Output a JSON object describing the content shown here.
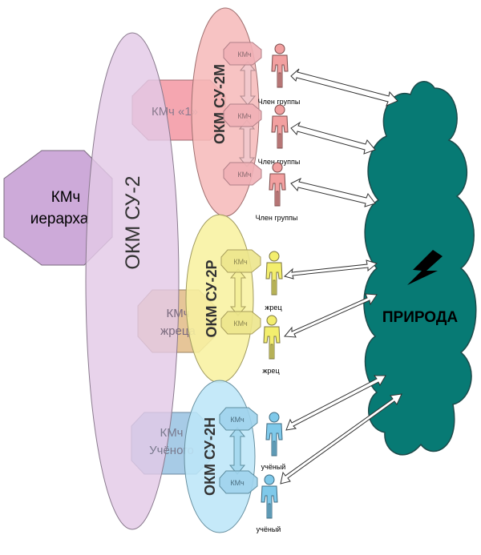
{
  "hierarchy_octagon": {
    "line1": "КМч",
    "line2": "иерарха"
  },
  "big_ellipse_label": "ОКМ СУ-2",
  "km_group_octagon": {
    "label": "КМч «1»"
  },
  "km_priest_octagon": {
    "line1": "КМч",
    "line2": "жреца"
  },
  "km_scientist_octagon": {
    "line1": "КМч",
    "line2": "Учёного"
  },
  "sub_ellipses": {
    "m": {
      "label": "ОКМ СУ-2М"
    },
    "r": {
      "label": "ОКМ СУ-2Р"
    },
    "n": {
      "label": "ОКМ СУ-2Н"
    }
  },
  "small_km_label": "КМч",
  "people": {
    "group": [
      "Член группы",
      "Член группы",
      "Член группы"
    ],
    "priest": [
      "жрец",
      "жрец"
    ],
    "scientist": [
      "учёный",
      "учёный"
    ]
  },
  "cloud": {
    "label": "ПРИРОДА"
  },
  "colors": {
    "big_ellipse": "#e3c9e6",
    "hierarchy": "#c9a3d6",
    "sub_m": "#f6b8b8",
    "sub_r": "#f8f1a0",
    "sub_n": "#bde6f8",
    "person_group": "#f2a0a0",
    "person_priest": "#f3ee6e",
    "person_scientist": "#7fc9ea",
    "cloud": "#077a74"
  }
}
